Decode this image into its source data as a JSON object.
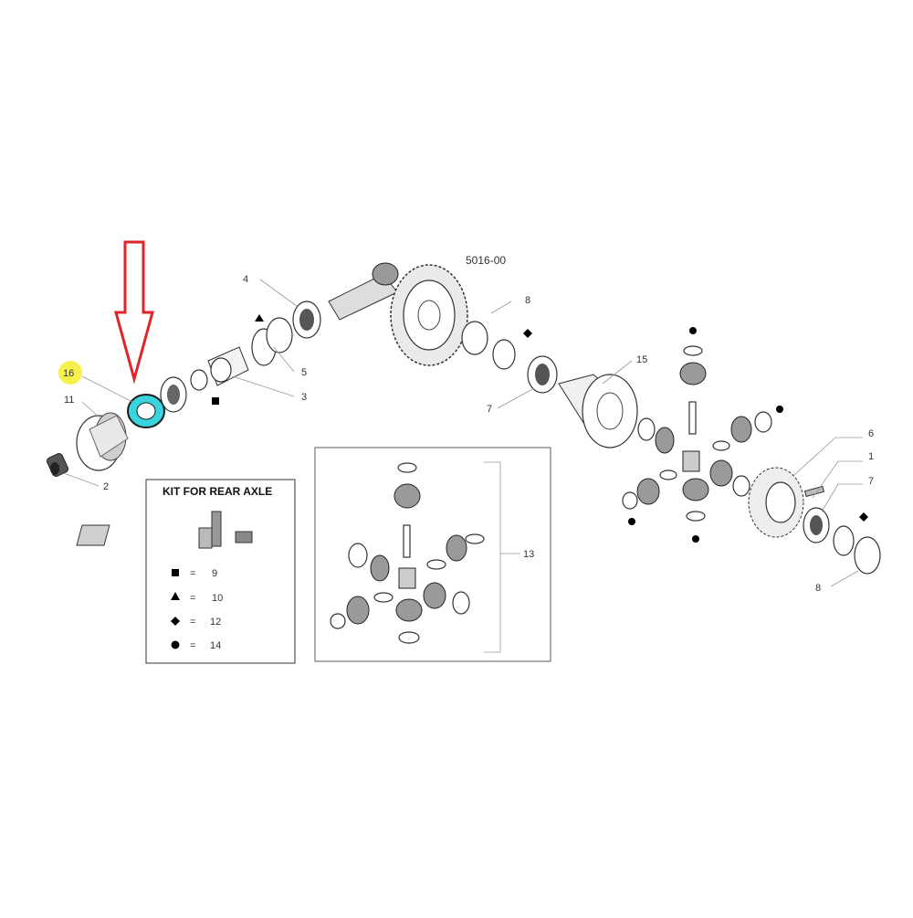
{
  "drawing_code": "5016-00",
  "highlight_color": "#3ad4e0",
  "arrow_color": "#e0242a",
  "callout_badge_color": "#f7ee3a",
  "callouts": {
    "c16": "16",
    "c11": "11",
    "c2": "2",
    "c4": "4",
    "c5": "5",
    "c3": "3",
    "c8a": "8",
    "c7a": "7",
    "c15": "15",
    "c6": "6",
    "c1": "1",
    "c7b": "7",
    "c8b": "8",
    "c13": "13"
  },
  "kit": {
    "title": "KIT FOR REAR AXLE",
    "legend": [
      {
        "symbol": "square",
        "eq": "=",
        "value": "9"
      },
      {
        "symbol": "triangle",
        "eq": "=",
        "value": "10"
      },
      {
        "symbol": "diamond",
        "eq": "=",
        "value": "12"
      },
      {
        "symbol": "circle",
        "eq": "=",
        "value": "14"
      }
    ]
  }
}
